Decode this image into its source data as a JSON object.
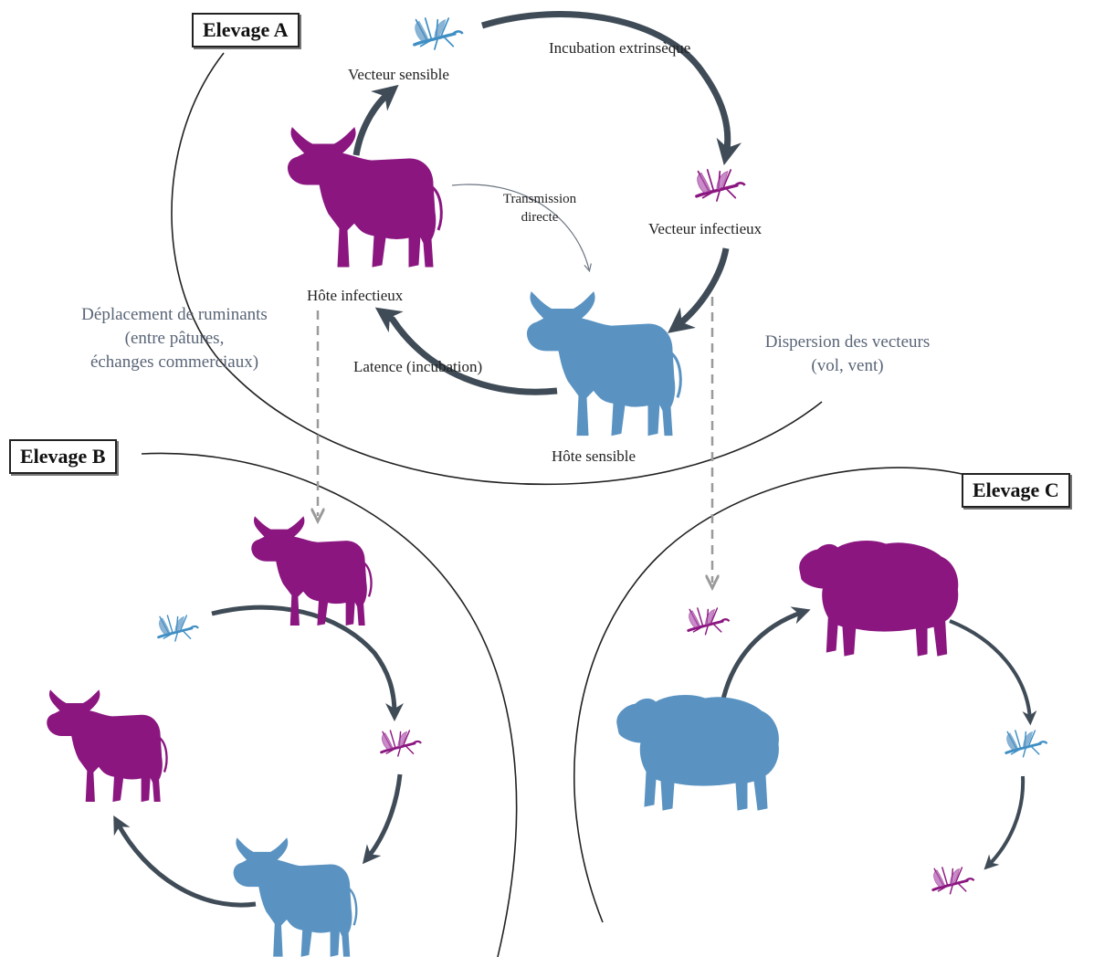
{
  "colors": {
    "infectious": "#8b1680",
    "susceptible": "#5a93c2",
    "arrow": "#3f4b56",
    "dashed": "#9a9a9a",
    "outline": "#222222"
  },
  "farms": {
    "a": "Elevage A",
    "b": "Elevage B",
    "c": "Elevage C"
  },
  "cycle_a": {
    "susceptible_vector": "Vecteur sensible",
    "extrinsic_incubation": "Incubation extrinsèque",
    "infectious_vector": "Vecteur infectieux",
    "infectious_host": "Hôte infectieux",
    "susceptible_host": "Hôte sensible",
    "latency": "Latence (incubation)",
    "direct_transmission_line1": "Transmission",
    "direct_transmission_line2": "directe"
  },
  "spread": {
    "ruminant_movement_line1": "Déplacement de ruminants",
    "ruminant_movement_line2": "(entre pâtures,",
    "ruminant_movement_line3": "échanges commerciaux)",
    "vector_dispersal_line1": "Dispersion des vecteurs",
    "vector_dispersal_line2": "(vol, vent)"
  },
  "icons": {
    "cow": "cow-silhouette-icon",
    "sheep": "sheep-silhouette-icon",
    "midge": "midge-vector-icon"
  }
}
